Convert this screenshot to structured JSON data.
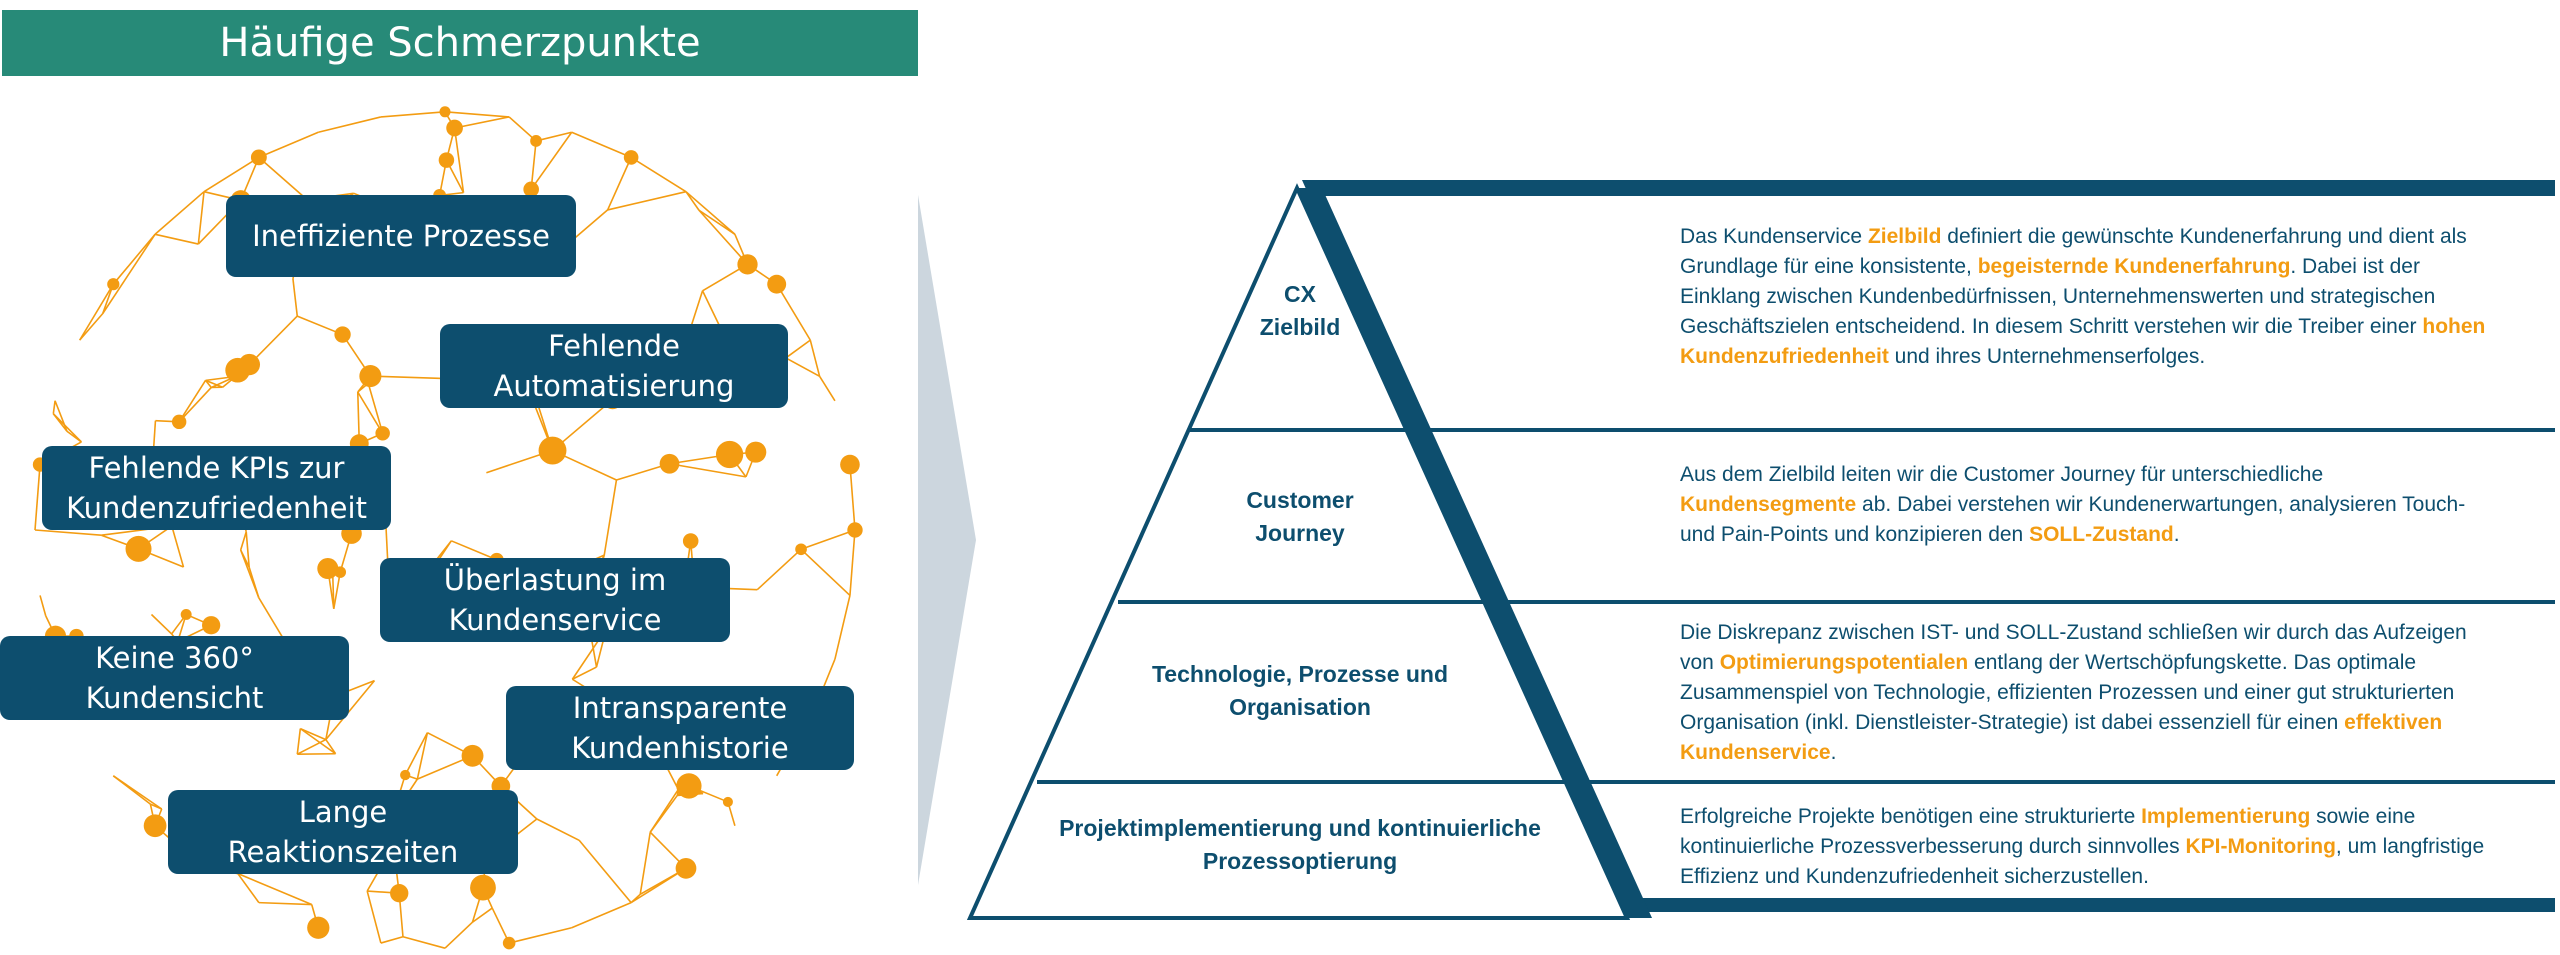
{
  "title": "Häufige Schmerzpunkte",
  "colors": {
    "teal": "#278a78",
    "navy": "#0d4e6e",
    "orange": "#f39c12",
    "arrow": "#ccd6de"
  },
  "pain_points": [
    "Ineffiziente Prozesse",
    "Fehlende\nAutomatisierung",
    "Fehlende KPIs zur\nKundenzufriedenheit",
    "Überlastung im\nKundenservice",
    "Keine 360°\nKundensicht",
    "Intransparente\nKundenhistorie",
    "Lange\nReaktionszeiten"
  ],
  "levels": [
    {
      "label": "CX\nZielbild",
      "description": [
        {
          "t": "Das Kundenservice "
        },
        {
          "t": "Zielbild",
          "hl": true
        },
        {
          "t": " definiert die gewünschte Kundenerfahrung und dient als Grundlage für eine konsistente, "
        },
        {
          "t": "begeisternde Kundenerfahrung",
          "hl": true
        },
        {
          "t": ". Dabei ist der Einklang zwischen Kundenbedürfnissen, Unternehmenswerten und strategischen Geschäftszielen entscheidend. In diesem Schritt verstehen wir die Treiber einer "
        },
        {
          "t": "hohen Kundenzufriedenheit",
          "hl": true
        },
        {
          "t": " und ihres Unternehmenserfolges."
        }
      ]
    },
    {
      "label": "Customer\nJourney",
      "description": [
        {
          "t": "Aus dem Zielbild leiten wir die Customer Journey für unterschiedliche "
        },
        {
          "t": "Kundensegmente",
          "hl": true
        },
        {
          "t": " ab. Dabei verstehen wir Kundenerwartungen, analysieren Touch- und Pain-Points und konzipieren den "
        },
        {
          "t": "SOLL-Zustand",
          "hl": true
        },
        {
          "t": "."
        }
      ]
    },
    {
      "label": "Technologie, Prozesse und\nOrganisation",
      "description": [
        {
          "t": "Die Diskrepanz zwischen IST- und SOLL-Zustand schließen wir durch das Aufzeigen von "
        },
        {
          "t": "Optimierungspotentialen",
          "hl": true
        },
        {
          "t": " entlang der Wertschöpfungskette. Das optimale Zusammenspiel von Technologie, effizienten Prozessen und einer gut strukturierten Organisation (inkl. Dienstleister-Strategie) ist dabei essenziell für einen "
        },
        {
          "t": "effektiven Kundenservice",
          "hl": true
        },
        {
          "t": "."
        }
      ]
    },
    {
      "label": "Projektimplementierung und kontinuierliche\nProzessoptierung",
      "description": [
        {
          "t": "Erfolgreiche Projekte benötigen eine strukturierte "
        },
        {
          "t": "Implementierung",
          "hl": true
        },
        {
          "t": " sowie eine kontinuierliche Prozessverbesserung durch sinnvolles "
        },
        {
          "t": "KPI-Monitoring",
          "hl": true
        },
        {
          "t": ", um langfristige Effizienz und Kundenzufriedenheit sicherzustellen."
        }
      ]
    }
  ]
}
